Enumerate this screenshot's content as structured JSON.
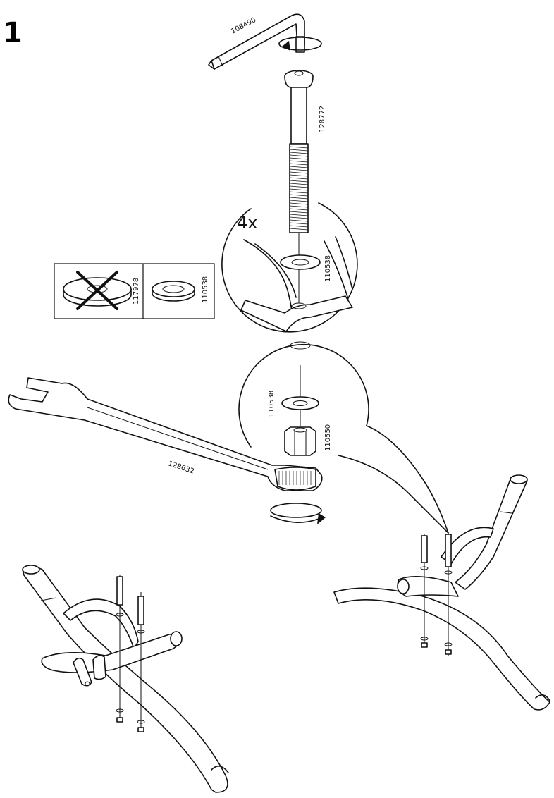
{
  "step": {
    "number": "1"
  },
  "quantity": "4x",
  "parts": {
    "hex_key": "108490",
    "bolt": "128772",
    "washer": "110538",
    "washer_wrong": "117978",
    "nut": "110550",
    "wrench": "128632"
  },
  "icons": [
    "rotate-arrow-icon",
    "not-allowed-cross-icon"
  ]
}
